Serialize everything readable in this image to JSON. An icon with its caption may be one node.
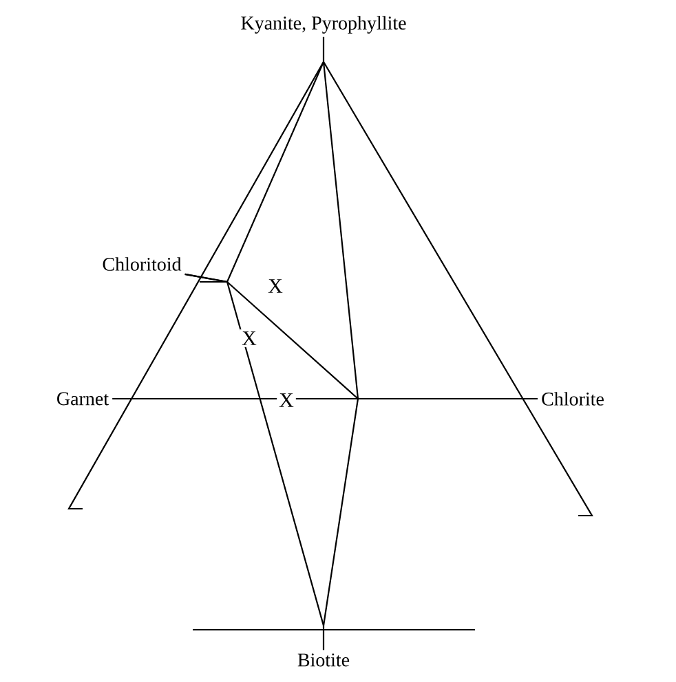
{
  "diagram": {
    "nodes": [
      {
        "text": [
          "Kyanite, Pyrophyllite"
        ]
      },
      {
        "text": [
          "Chloritoid"
        ]
      },
      {
        "text": [
          "Garnet"
        ]
      },
      {
        "text": [
          "Chlorite"
        ]
      },
      {
        "text": [
          "Biotite"
        ]
      }
    ],
    "edges": [
      {
        "from": 0,
        "to": 1,
        "arrow": "none"
      },
      {
        "from": 1,
        "to": 4,
        "arrow": "none"
      },
      {
        "from": 2,
        "to": 3,
        "arrow": "none"
      }
    ],
    "labels": [
      "X",
      "X",
      "X"
    ]
  }
}
